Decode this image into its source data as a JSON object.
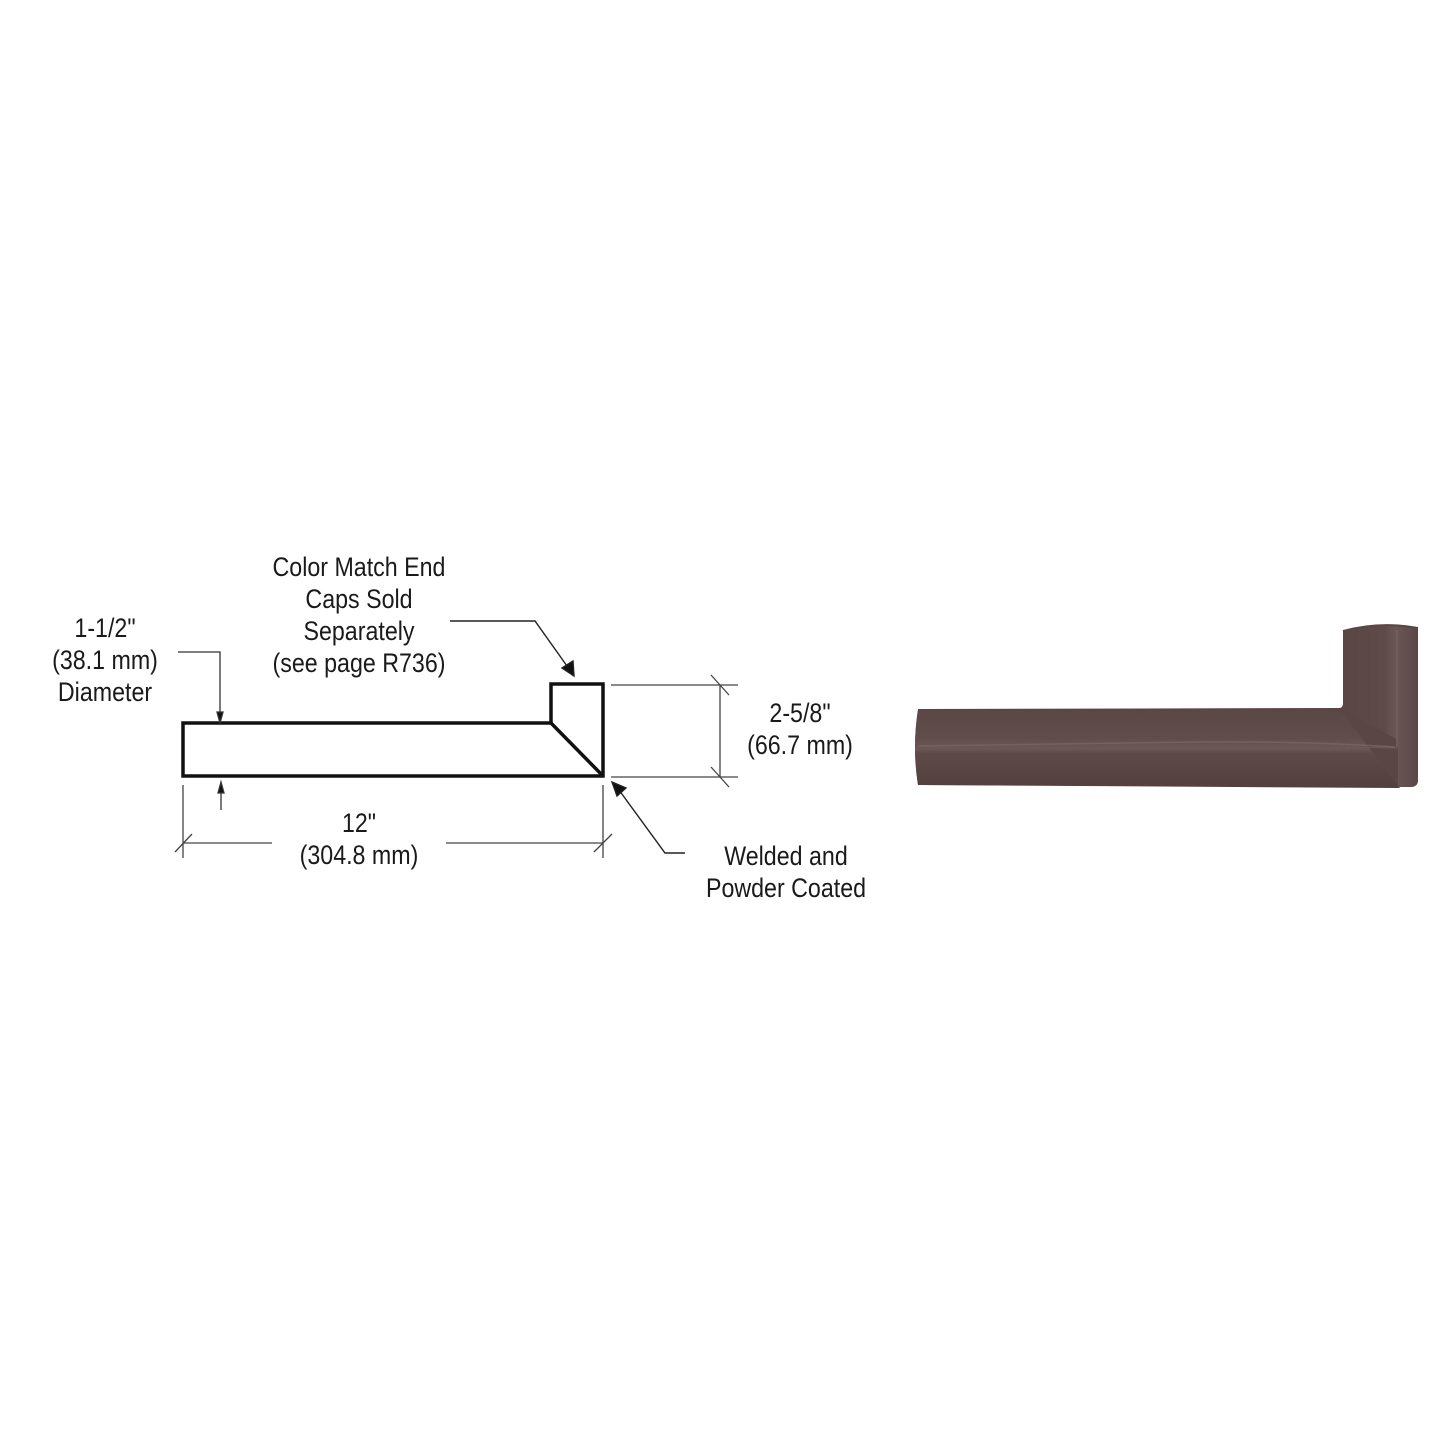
{
  "drawing": {
    "diameter_label": {
      "lines": [
        "1-1/2\"",
        "(38.1 mm)",
        "Diameter"
      ]
    },
    "end_caps_label": {
      "lines": [
        "Color Match End",
        "Caps Sold",
        "Separately",
        "(see page R736)"
      ]
    },
    "height_label": {
      "lines": [
        "2-5/8\"",
        "(66.7 mm)"
      ]
    },
    "length_label": {
      "lines": [
        "12\"",
        "(304.8 mm)"
      ]
    },
    "weld_label": {
      "lines": [
        "Welded and",
        "Powder Coated"
      ]
    },
    "line_color": "#111111",
    "dim_line_color": "#444444"
  },
  "photo": {
    "subject": "L-shaped grab bar, powder coated",
    "color": "#5a4645",
    "highlight_color": "#6b5856",
    "shadow_color": "#4e3c3b"
  }
}
